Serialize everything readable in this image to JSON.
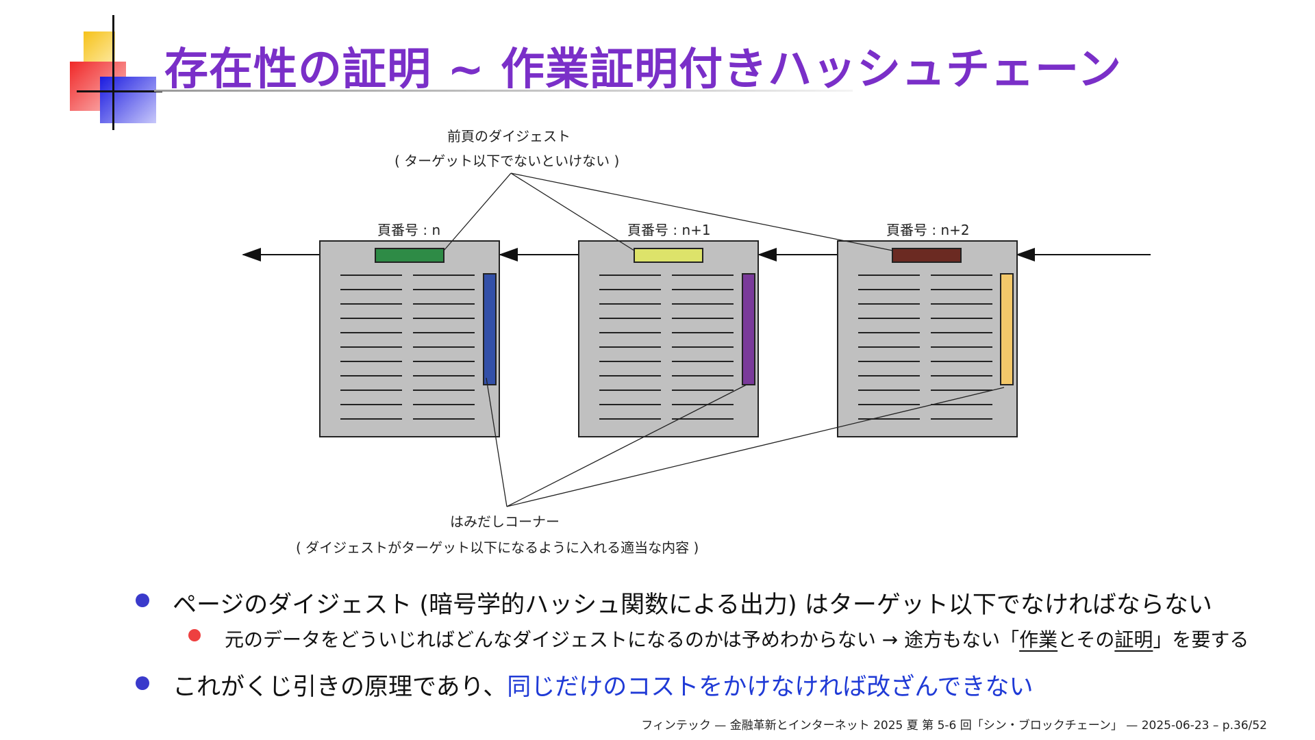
{
  "title": "存在性の証明 ∼ 作業証明付きハッシュチェーン",
  "diagram": {
    "digest_label": "前頁のダイジェスト",
    "digest_note": "( ターゲット以下でないといけない )",
    "pages": [
      {
        "label": "頁番号 : n",
        "digest_color": "#2e8b46",
        "margin_color": "#3350a8"
      },
      {
        "label": "頁番号 : n+1",
        "digest_color": "#dde36a",
        "margin_color": "#7a3a9a"
      },
      {
        "label": "頁番号 : n+2",
        "digest_color": "#6b2a22",
        "margin_color": "#f3c86a"
      }
    ],
    "margin_label": "はみだしコーナー",
    "margin_note": "( ダイジェストがターゲット以下になるように入れる適当な内容 )"
  },
  "bullets": {
    "b1": "ページのダイジェスト (暗号学的ハッシュ関数による出力) はターゲット以下でなければならない",
    "sub1_pre": "元のデータをどういじればどんなダイジェストになるのかは予めわからない → 途方もない「",
    "sub1_u1": "作業",
    "sub1_mid": "とその",
    "sub1_u2": "証明",
    "sub1_post": "」を要する",
    "b2_pre": "これがくじ引きの原理であり、",
    "b2_highlight": "同じだけのコストをかけなければ改ざんできない"
  },
  "footer": "フィンテック — 金融革新とインターネット 2025 夏 第 5-6 回「シン・ブロックチェーン」 — 2025-06-23 – p.36/52",
  "colors": {
    "title": "#7a2fc8",
    "bullet": "#3a3acb",
    "sub_bullet": "#ee4040",
    "highlight": "#1f3ad6"
  }
}
